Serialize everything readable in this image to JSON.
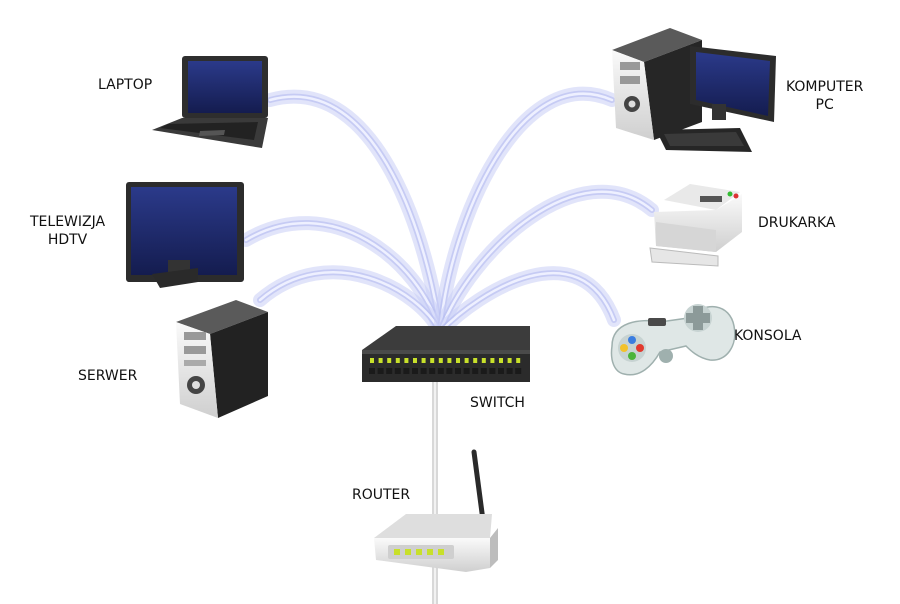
{
  "diagram": {
    "labels": {
      "laptop": "LAPTOP",
      "tv_line1": "TELEWIZJA",
      "tv_line2": "HDTV",
      "server": "SERWER",
      "pc_line1": "KOMPUTER",
      "pc_line2": "PC",
      "printer": "DRUKARKA",
      "console": "KONSOLA",
      "switch": "SWITCH",
      "router": "ROUTER"
    },
    "nodes": [
      {
        "id": "laptop",
        "icon": "laptop-icon"
      },
      {
        "id": "tv",
        "icon": "tv-monitor-icon"
      },
      {
        "id": "server",
        "icon": "server-tower-icon"
      },
      {
        "id": "pc",
        "icon": "desktop-computer-icon"
      },
      {
        "id": "printer",
        "icon": "printer-icon"
      },
      {
        "id": "console",
        "icon": "gamepad-icon"
      },
      {
        "id": "switch",
        "icon": "network-switch-icon"
      },
      {
        "id": "router",
        "icon": "wifi-router-icon"
      }
    ],
    "edges": [
      {
        "from": "switch",
        "to": "laptop"
      },
      {
        "from": "switch",
        "to": "tv"
      },
      {
        "from": "switch",
        "to": "server"
      },
      {
        "from": "switch",
        "to": "pc"
      },
      {
        "from": "switch",
        "to": "printer"
      },
      {
        "from": "switch",
        "to": "console"
      },
      {
        "from": "switch",
        "to": "router"
      }
    ],
    "colors": {
      "link_glow": "#c9cdf5",
      "link_core": "#eef0ff",
      "screen": "#1f2a6e",
      "device_dark": "#3a3a3a",
      "device_light": "#e8e8e8",
      "led": "#c8e02a",
      "cable": "#e0e0e0"
    }
  }
}
